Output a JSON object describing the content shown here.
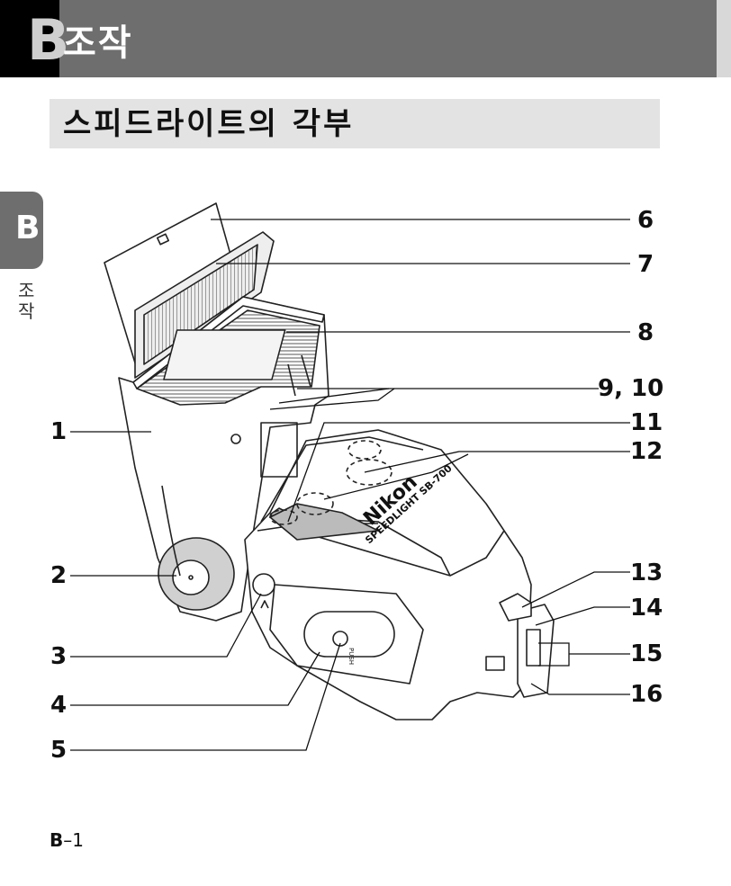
{
  "header": {
    "chapter_letter": "B",
    "chapter_title": "조작"
  },
  "section": {
    "title": "스피드라이트의 각부"
  },
  "side_tab": {
    "letter": "B",
    "label": "조작"
  },
  "callouts": [
    "1",
    "2",
    "3",
    "4",
    "5",
    "6",
    "7",
    "8",
    "9, 10",
    "11",
    "12",
    "13",
    "14",
    "15",
    "16"
  ],
  "product": {
    "brand": "Nikon",
    "model": "SPEEDLIGHT SB-700",
    "button_label": "PUSH"
  },
  "footer": {
    "page_prefix": "B",
    "page_suffix": "–1"
  }
}
